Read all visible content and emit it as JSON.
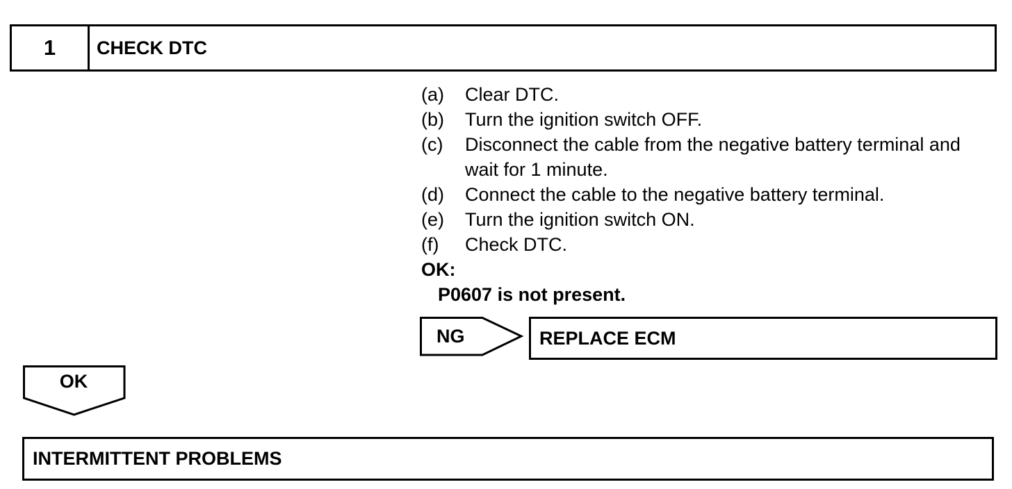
{
  "step": {
    "number": "1",
    "title": "CHECK DTC"
  },
  "procedure": {
    "items": [
      {
        "letter": "(a)",
        "text": "Clear DTC."
      },
      {
        "letter": "(b)",
        "text": "Turn the ignition switch OFF."
      },
      {
        "letter": "(c)",
        "text": "Disconnect the cable from the negative battery terminal and wait for 1 minute."
      },
      {
        "letter": "(d)",
        "text": "Connect the cable to the negative battery terminal."
      },
      {
        "letter": "(e)",
        "text": "Turn the ignition switch ON."
      },
      {
        "letter": "(f)",
        "text": "Check DTC."
      }
    ],
    "ok_label": "OK:",
    "ok_criteria": "P0607 is not present."
  },
  "ng_branch": {
    "label": "NG",
    "action": "REPLACE ECM"
  },
  "ok_branch": {
    "label": "OK",
    "action": "INTERMITTENT PROBLEMS"
  }
}
